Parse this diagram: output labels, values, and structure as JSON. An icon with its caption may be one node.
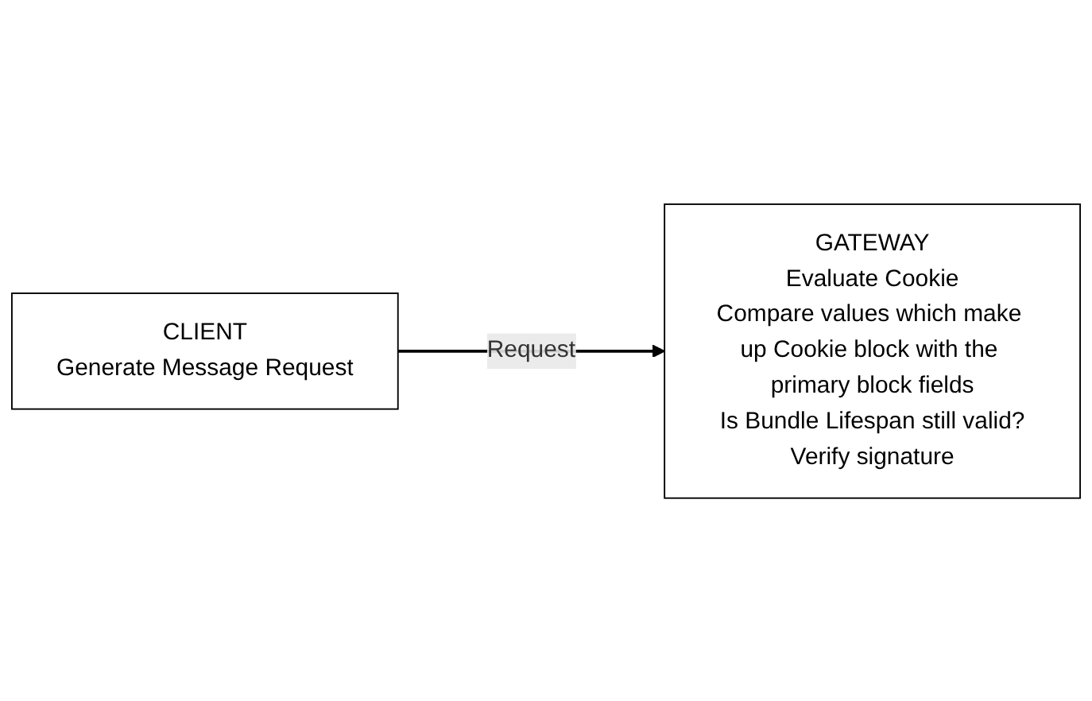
{
  "diagram": {
    "nodes": [
      {
        "text": [
          "CLIENT",
          "Generate Message Request"
        ]
      },
      {
        "text": [
          "GATEWAY",
          "Evaluate Cookie",
          "Compare values which make up Cookie block with the primary block fields",
          "Is Bundle Lifespan still valid?",
          "Verify signature"
        ]
      }
    ],
    "edges": [
      {
        "from": 0,
        "to": 1,
        "arrow": "to",
        "label": "Request"
      }
    ]
  }
}
